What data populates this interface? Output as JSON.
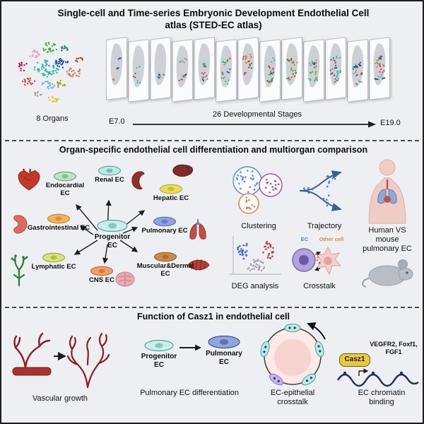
{
  "panel1": {
    "title": "Single-cell and Time-series Embryonic Development Endothelial Cell atlas (STED-EC atlas)",
    "organs_label": "8 Organs",
    "stages_label": "26 Developmental Stages",
    "stage_start": "E7.0",
    "stage_end": "E19.0"
  },
  "panel2": {
    "title": "Organ-specific endothelial cell differentiation and multiorgan comparison",
    "center_label": "Progenitor EC",
    "nodes": [
      {
        "label": "Endocardial EC"
      },
      {
        "label": "Renal EC"
      },
      {
        "label": "Hepatic EC"
      },
      {
        "label": "Gastrointestinal EC"
      },
      {
        "label": "Pulmonary EC"
      },
      {
        "label": "Lymphatic EC"
      },
      {
        "label": "CNS EC"
      },
      {
        "label": "Muscular&Dermal EC"
      }
    ],
    "clustering_label": "Clustering",
    "trajectory_label": "Trajectory",
    "human_mouse_label": "Human VS mouse pulmonary EC",
    "deg_label": "DEG analysis",
    "crosstalk_label": "Crosstalk",
    "ec_cell_label": "EC",
    "other_cell_label": "Other cell"
  },
  "panel3": {
    "title": "Function of Casz1 in endothelial cell",
    "vascular_caption": "Vascular growth",
    "progenitor_label": "Progenitor EC",
    "pulmonary_label": "Pulmonary EC",
    "differentiation_caption": "Pulmonary EC differentiation",
    "crosstalk_caption": "EC-epithelial crosstalk",
    "casz1_label": "Casz1",
    "genes_label": "VEGFR2, Foxf1, FGF1",
    "binding_caption": "EC chromatin binding"
  },
  "colors": {
    "progenitor_cell": "#cdeee8",
    "pulmonary_cell": "#8ea6dd",
    "casz1_box": "#e9c83f",
    "vessel_red": "#8f1d1d"
  }
}
